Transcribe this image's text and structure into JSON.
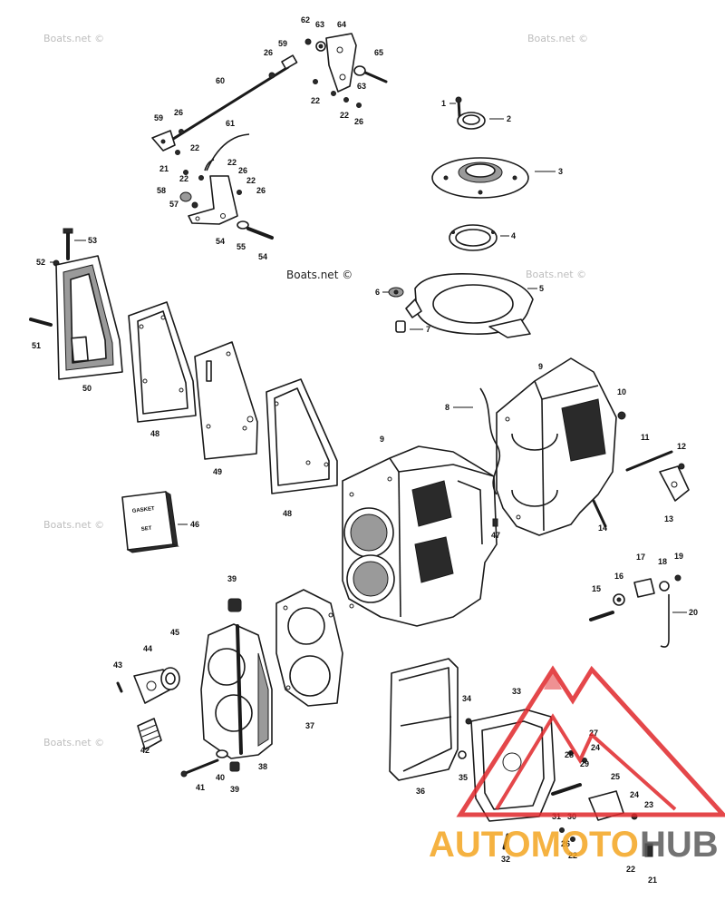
{
  "watermark": "Boats.net ©",
  "labels": [
    "62",
    "63",
    "64",
    "59",
    "26",
    "65",
    "60",
    "63",
    "22",
    "22",
    "26",
    "1",
    "2",
    "3",
    "59",
    "26",
    "61",
    "22",
    "21",
    "22",
    "22",
    "26",
    "22",
    "26",
    "58",
    "57",
    "54",
    "55",
    "54",
    "4",
    "53",
    "52",
    "6",
    "5",
    "7",
    "51",
    "50",
    "9",
    "10",
    "8",
    "48",
    "9",
    "11",
    "12",
    "49",
    "48",
    "46",
    "13",
    "14",
    "47",
    "39",
    "17",
    "18",
    "19",
    "16",
    "15",
    "20",
    "45",
    "44",
    "43",
    "37",
    "34",
    "33",
    "27",
    "42",
    "28",
    "24",
    "29",
    "25",
    "40",
    "38",
    "35",
    "41",
    "39",
    "36",
    "24",
    "23",
    "31",
    "30",
    "26",
    "22",
    "32",
    "22",
    "21"
  ],
  "gasket_box": {
    "line1": "GASKET",
    "line2": "SET"
  },
  "logo": {
    "left": "AUTOMOTO",
    "right": "HUB"
  },
  "colors": {
    "line": "#1a1a1a",
    "watermark": "#bdbdbd",
    "logo_red": "#e0272b",
    "logo_orange": "#f4a521",
    "logo_gray": "#5b5b5b"
  }
}
